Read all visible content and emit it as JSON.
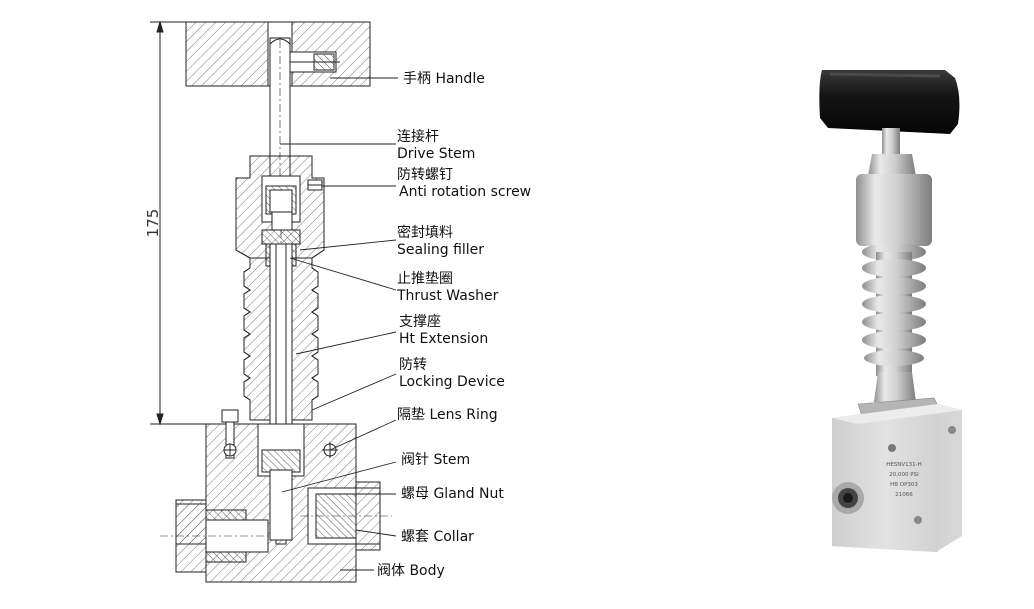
{
  "dimension": {
    "value": "175"
  },
  "labels": [
    {
      "key": "handle",
      "lines": [
        "手柄 Handle"
      ]
    },
    {
      "key": "drive-stem",
      "lines": [
        "连接杆",
        "Drive Stem"
      ]
    },
    {
      "key": "anti-rot",
      "lines": [
        "防转螺钉",
        "Anti rotation screw"
      ]
    },
    {
      "key": "sealing",
      "lines": [
        "密封填料",
        "Sealing filler"
      ]
    },
    {
      "key": "thrust",
      "lines": [
        "止推垫圈",
        "Thrust Washer"
      ]
    },
    {
      "key": "ht-ext",
      "lines": [
        "支撑座",
        "Ht Extension"
      ]
    },
    {
      "key": "locking",
      "lines": [
        "防转",
        "Locking Device"
      ]
    },
    {
      "key": "lens-ring",
      "lines": [
        "隔垫 Lens Ring"
      ]
    },
    {
      "key": "stem",
      "lines": [
        "阀针 Stem"
      ]
    },
    {
      "key": "gland-nut",
      "lines": [
        "螺母 Gland Nut"
      ]
    },
    {
      "key": "collar",
      "lines": [
        "螺套 Collar"
      ]
    },
    {
      "key": "body",
      "lines": [
        "阀体 Body"
      ]
    }
  ],
  "photo": {
    "engraving": [
      "HESNV131-H",
      "20,000 PSI",
      "HB OP303",
      "21066"
    ]
  },
  "colors": {
    "line": "#222222",
    "hatch": "#555555",
    "handle": "#111111",
    "steel_light": "#e4e4e4",
    "steel_mid": "#c9c9c9",
    "steel_dark": "#9a9a9a"
  }
}
